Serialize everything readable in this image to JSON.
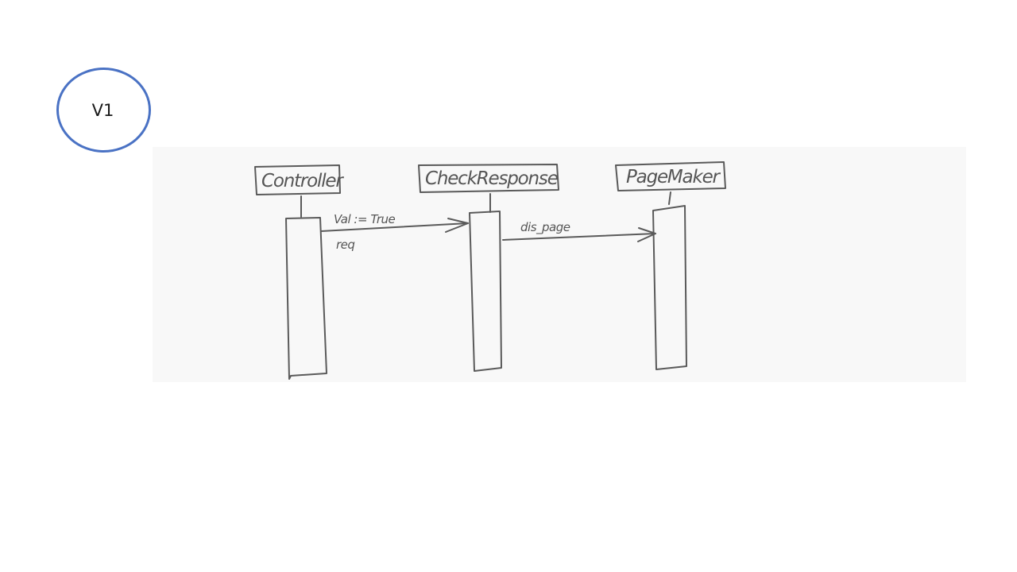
{
  "slide": {
    "version_label": "V1"
  },
  "diagram": {
    "participants": [
      {
        "id": "controller",
        "label": "Controller"
      },
      {
        "id": "check_response",
        "label": "CheckResponse"
      },
      {
        "id": "page_maker",
        "label": "PageMaker"
      }
    ],
    "messages": [
      {
        "from": "controller",
        "to": "check_response",
        "label_above": "Val := True",
        "label_below": "req"
      },
      {
        "from": "check_response",
        "to": "page_maker",
        "label_above": "dis_page"
      }
    ]
  },
  "colors": {
    "circle_border": "#4a72c4",
    "sketch_background": "#f8f8f8",
    "pencil": "#5a5a5a"
  }
}
